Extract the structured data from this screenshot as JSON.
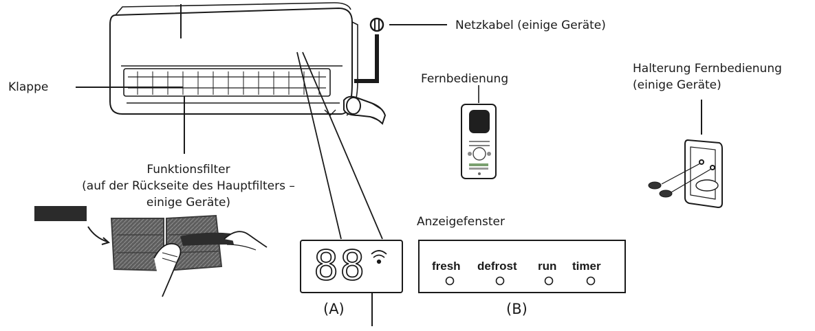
{
  "labels": {
    "power_cable": "Netzkabel (einige Geräte)",
    "flap": "Klappe",
    "remote": "Fernbedienung",
    "holder_line1": "Halterung Fernbedienung",
    "holder_line2": "(einige Geräte)",
    "filter_line1": "Funktionsfilter",
    "filter_line2": "(auf der Rückseite des Hauptfilters –",
    "filter_line3": "einige Geräte)",
    "display_window": "Anzeigefenster"
  },
  "display_a": {
    "digits": "88",
    "caption": "(A)",
    "wifi_icon": "wifi-icon"
  },
  "display_b": {
    "caption": "(B)",
    "indicators": [
      "fresh",
      "defrost",
      "run",
      "timer"
    ]
  },
  "colors": {
    "line": "#1a1a1a",
    "filter": "#6b6b6b",
    "filter_dark": "#2b2b2b"
  }
}
